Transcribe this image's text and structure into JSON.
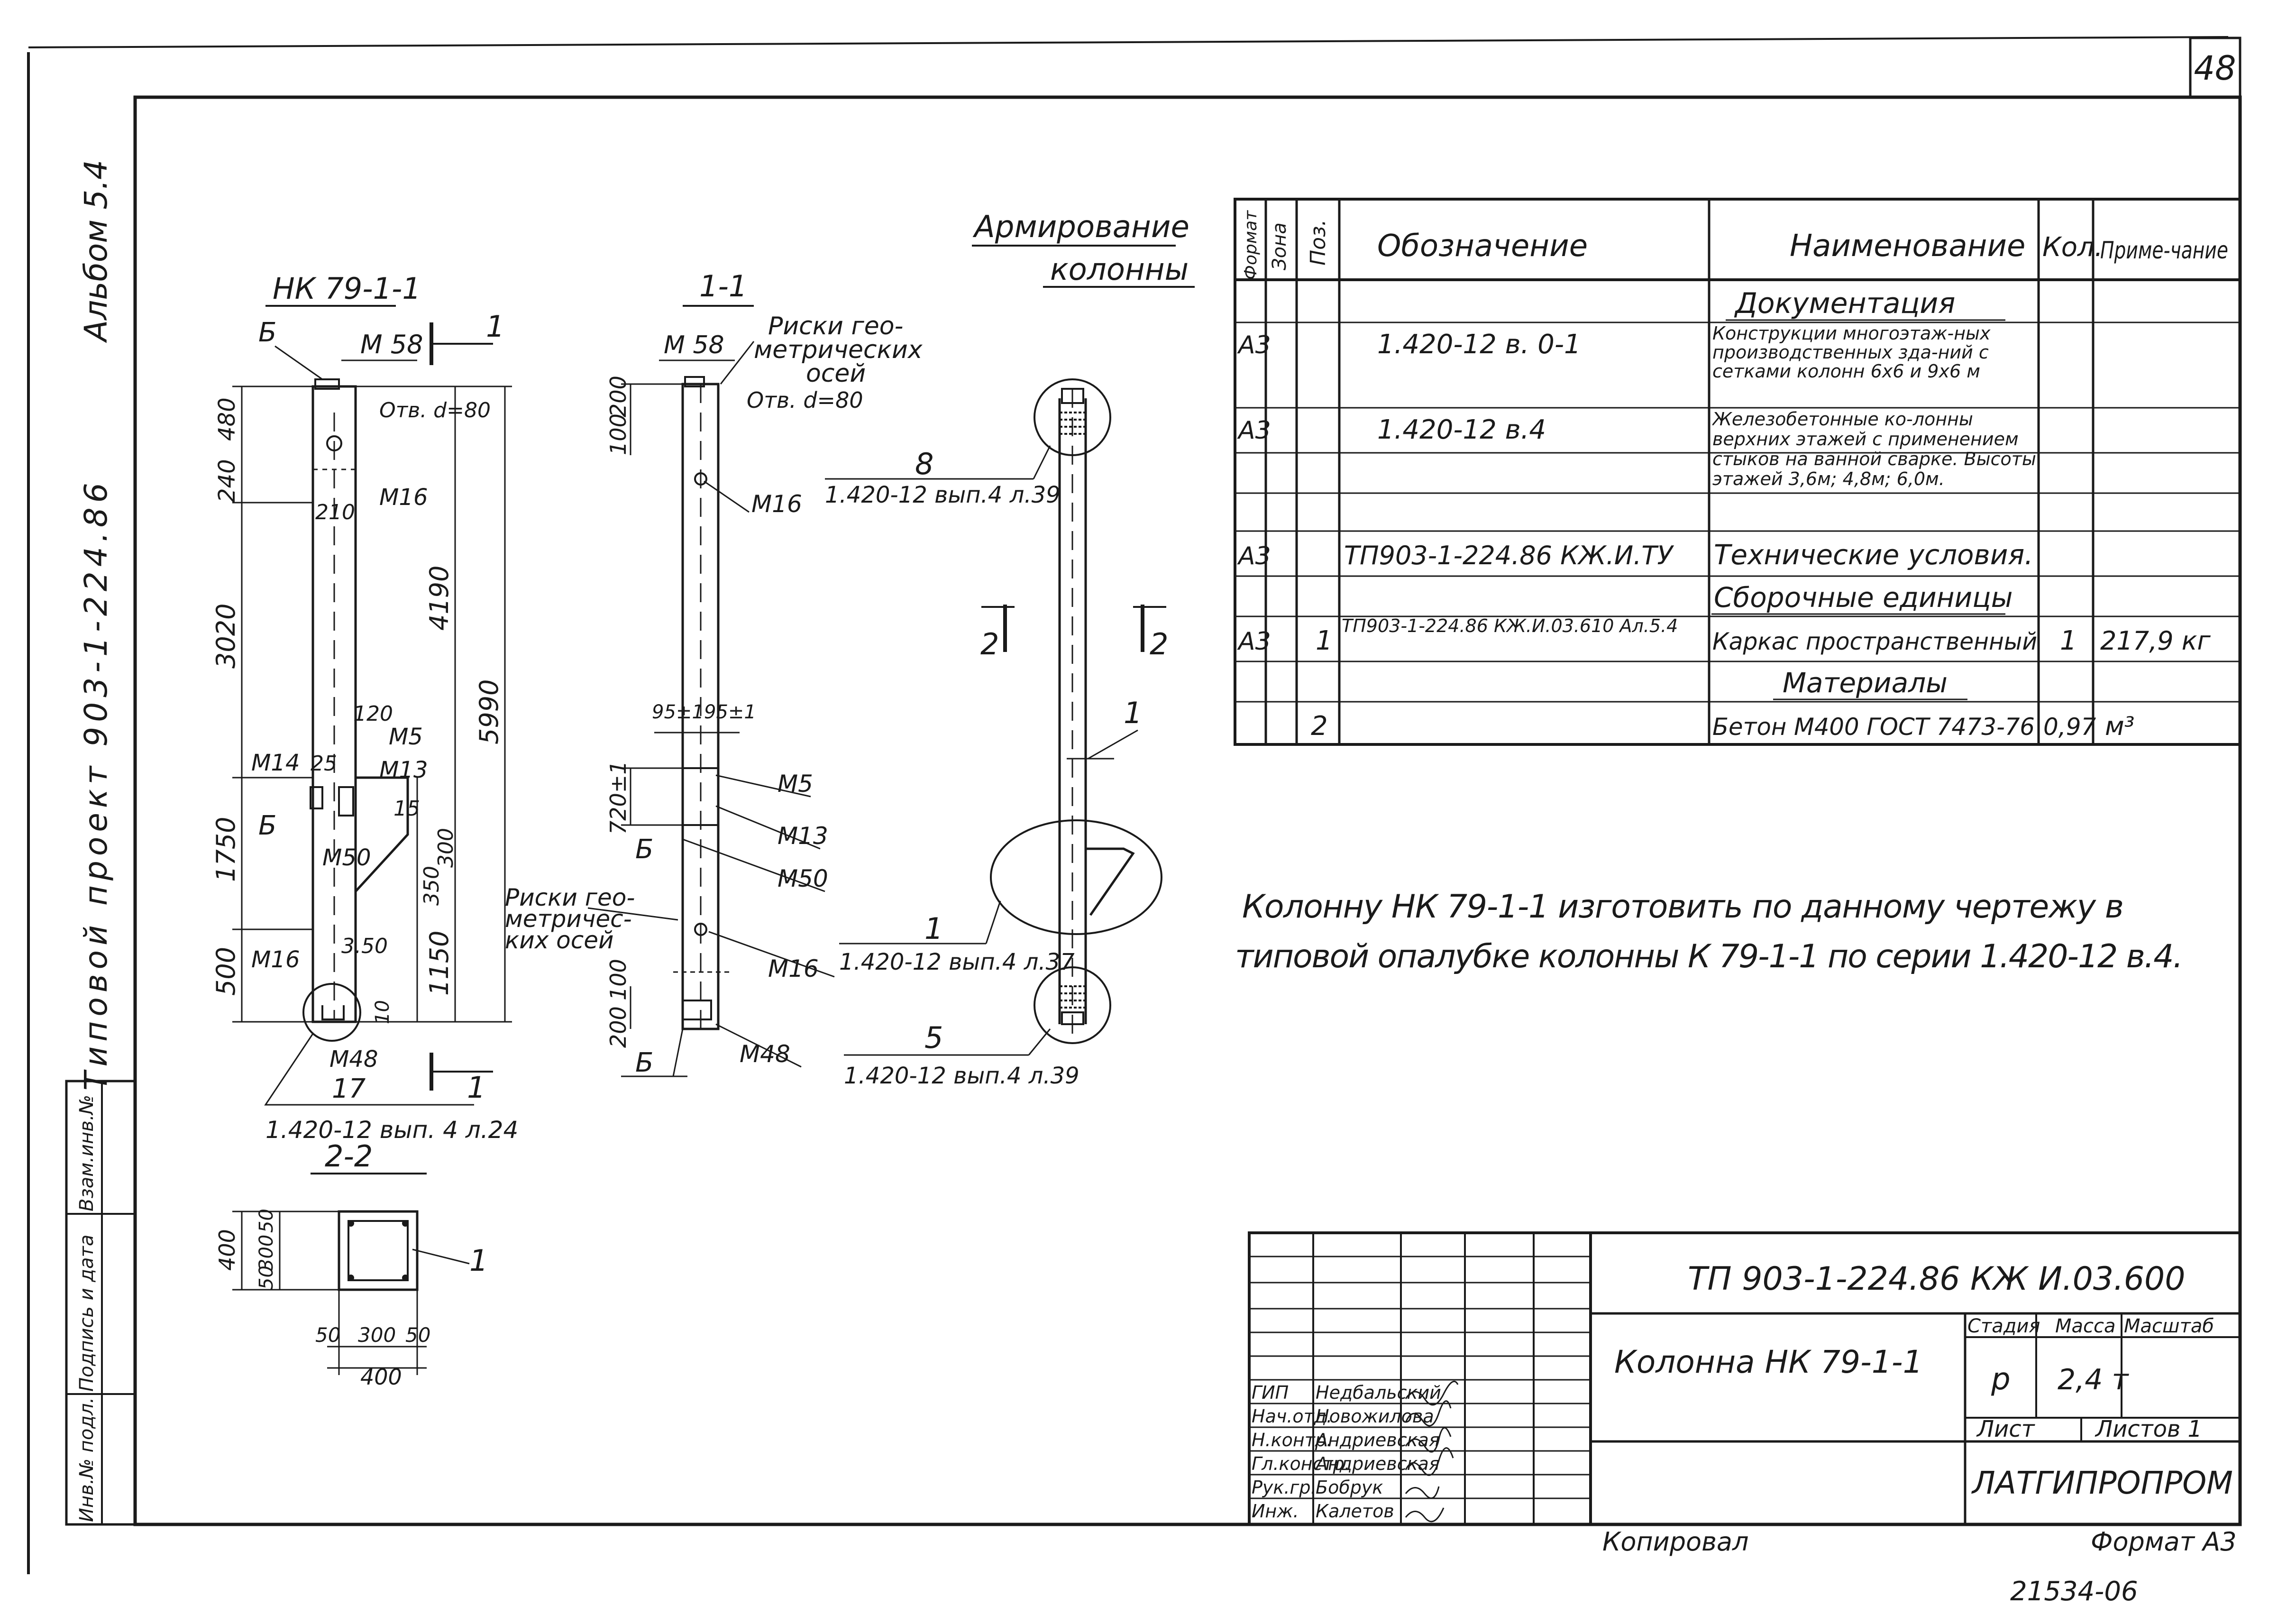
{
  "sheet": {
    "sheet_number": "48",
    "album": "Альбом 5.4",
    "project": "Типовой проект 903-1-224.86",
    "copied": "Копировал",
    "format": "Формат А3",
    "inventory_number": "21534-06"
  },
  "side_stamp": [
    "Инв.№ подл.",
    "Подпись и дата",
    "Взам.инв.№"
  ],
  "elevation_view": {
    "title": "НК 79-1-1",
    "labels": [
      "Б",
      "М 58",
      "Отв. d=80",
      "М16",
      "М5",
      "М14",
      "М13",
      "Б",
      "М50",
      "М16",
      "М48",
      "17"
    ],
    "dims": [
      "240",
      "480",
      "210",
      "3020",
      "4190",
      "5990",
      "120",
      "25",
      "15",
      "1750",
      "350",
      "300",
      "500",
      "3.50",
      "1150",
      "10"
    ],
    "section_mark": "1",
    "reference": "1.420-12 вып. 4 л.24"
  },
  "section_1_1": {
    "title": "1-1",
    "labels": [
      "М 58",
      "Риски гео-",
      "метрических",
      "осей",
      "Отв. d=80",
      "М16",
      "95±1",
      "95±1",
      "М5",
      "М13",
      "Б",
      "М50",
      "Риски гео-",
      "метричес-",
      "ких осей",
      "М16",
      "Б",
      "М48"
    ],
    "dims": [
      "100",
      "200",
      "720±1",
      "200",
      "100"
    ]
  },
  "section_2_2": {
    "title": "2-2",
    "dims_v": [
      "400",
      "50",
      "300",
      "50"
    ],
    "dims_h": [
      "50",
      "300",
      "50"
    ],
    "total": "400",
    "callout": "1"
  },
  "reinforcement": {
    "title_line1": "Армирование",
    "title_line2": "колонны",
    "callouts": [
      {
        "pos": "8",
        "ref": "1.420-12 вып.4 л.39"
      },
      {
        "pos": "1",
        "ref": "1.420-12 вып.4 л.37"
      },
      {
        "pos": "5",
        "ref": "1.420-12 вып.4 л.39"
      }
    ],
    "section_marks": [
      "2",
      "2"
    ],
    "bar_callout": "1"
  },
  "spec_table": {
    "headers": [
      "Формат",
      "Зона",
      "Поз.",
      "Обозначение",
      "Наименование",
      "Кол.",
      "Приме-чание"
    ],
    "rows": [
      {
        "format": "",
        "zone": "",
        "pos": "",
        "code": "",
        "name": "Документация",
        "qty": "",
        "note": "",
        "heading": true
      },
      {
        "format": "А3",
        "zone": "",
        "pos": "",
        "code": "1.420-12  в. 0-1",
        "name": "Конструкции многоэтаж-ных производственных зда-ний с сетками колонн 6х6 и 9х6 м",
        "qty": "",
        "note": ""
      },
      {
        "format": "А3",
        "zone": "",
        "pos": "",
        "code": "1.420-12  в.4",
        "name": "Железобетонные ко-лонны верхних этажей с применением стыков на ванной сварке. Высоты этажей 3,6м; 4,8м; 6,0м.",
        "qty": "",
        "note": ""
      },
      {
        "format": "А3",
        "zone": "",
        "pos": "",
        "code": "ТП903-1-224.86   КЖ.И.ТУ",
        "name": "Технические условия.",
        "qty": "",
        "note": ""
      },
      {
        "format": "",
        "zone": "",
        "pos": "",
        "code": "",
        "name": "Сборочные единицы",
        "qty": "",
        "note": "",
        "heading": true
      },
      {
        "format": "А3",
        "zone": "",
        "pos": "1",
        "code": "ТП903-1-224.86 КЖ.И.03.610 Ал.5.4",
        "name": "Каркас пространственный",
        "qty": "1",
        "note": "217,9 кг"
      },
      {
        "format": "",
        "zone": "",
        "pos": "",
        "code": "",
        "name": "Материалы",
        "qty": "",
        "note": "",
        "heading": true
      },
      {
        "format": "",
        "zone": "",
        "pos": "2",
        "code": "",
        "name": "Бетон М400 ГОСТ 7473-76",
        "qty": "0,97",
        "note": "м³"
      }
    ]
  },
  "note": {
    "line1": "Колонну НК 79-1-1 изготовить по данному чертежу в",
    "line2": "типовой опалубке колонны К 79-1-1 по серии 1.420-12 в.4."
  },
  "title_block": {
    "document_code": "ТП 903-1-224.86  КЖ  И.03.600",
    "title": "Колонна НК 79-1-1",
    "stage_label": "Стадия",
    "mass_label": "Масса",
    "scale_label": "Масштаб",
    "stage": "р",
    "mass": "2,4 т",
    "scale": "",
    "sheet_label": "Лист",
    "sheets_label": "Листов 1",
    "organization": "ЛАТГИПРОПРОМ",
    "people": [
      {
        "role": "ГИП",
        "name": "Недбальский"
      },
      {
        "role": "Нач.отд.",
        "name": "Новожилова"
      },
      {
        "role": "Н.контр.",
        "name": "Андриевская"
      },
      {
        "role": "Гл.констр.",
        "name": "Андриевская"
      },
      {
        "role": "Рук.гр.",
        "name": "Бобрук"
      },
      {
        "role": "Инж.",
        "name": "Калетов"
      }
    ]
  }
}
